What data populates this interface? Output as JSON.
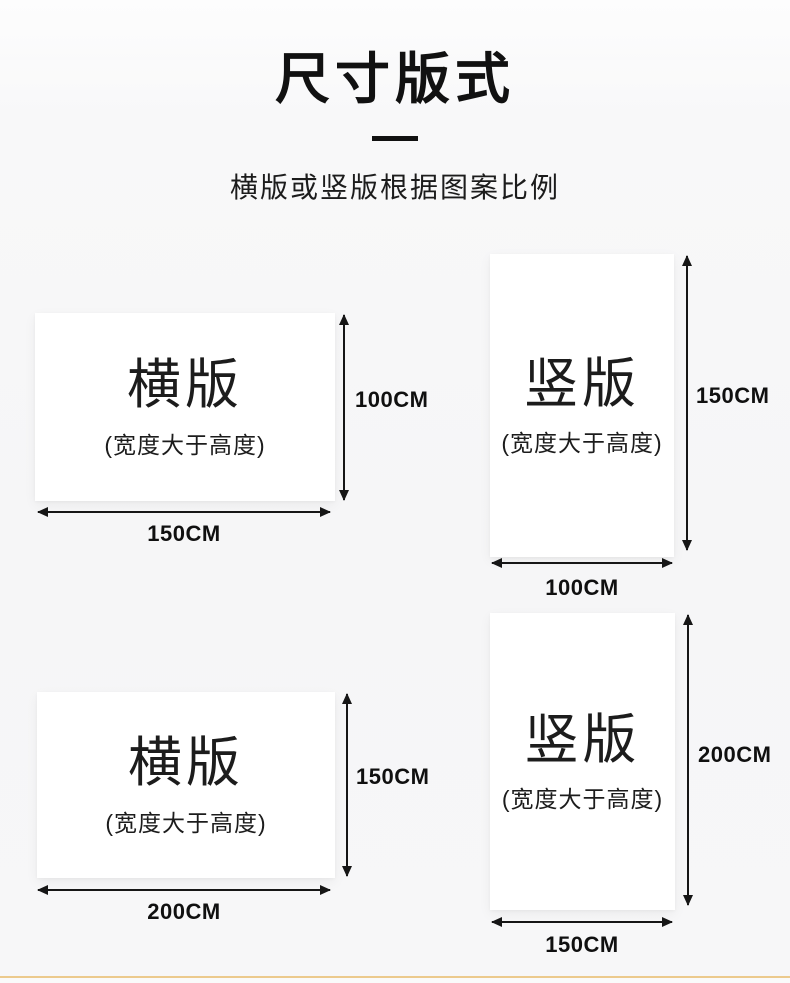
{
  "header": {
    "title": "尺寸版式",
    "subtitle": "横版或竖版根据图案比例"
  },
  "panels": [
    {
      "position": "top-left",
      "orientation_label": "横版",
      "note": "(宽度大于高度)",
      "height_label": "100CM",
      "width_label": "150CM"
    },
    {
      "position": "top-right",
      "orientation_label": "竖版",
      "note": "(宽度大于高度)",
      "height_label": "150CM",
      "width_label": "100CM"
    },
    {
      "position": "bottom-left",
      "orientation_label": "横版",
      "note": "(宽度大于高度)",
      "height_label": "150CM",
      "width_label": "200CM"
    },
    {
      "position": "bottom-right",
      "orientation_label": "竖版",
      "note": "(宽度大于高度)",
      "height_label": "200CM",
      "width_label": "150CM"
    }
  ],
  "colors": {
    "page_background": "#f7f7f8",
    "panel_background": "#ffffff",
    "text": "#1a1a1a",
    "bottom_accent_line": "#ecca8d"
  }
}
